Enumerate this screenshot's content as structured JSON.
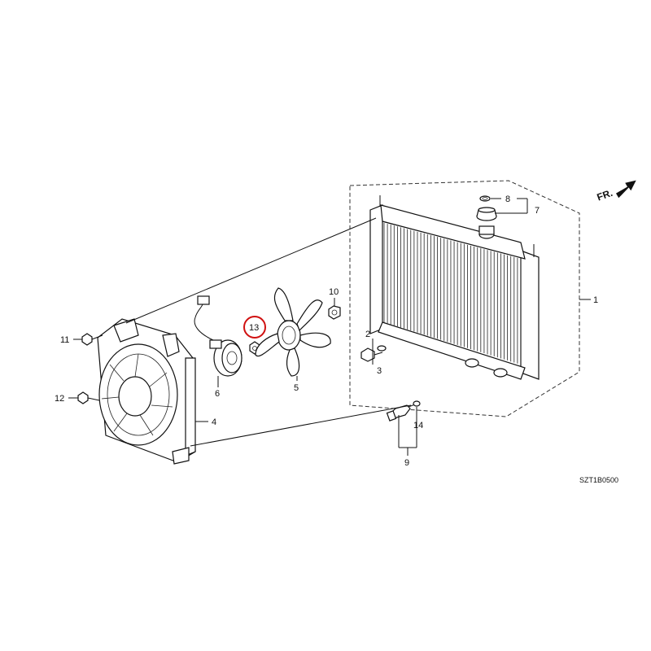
{
  "diagram": {
    "drawing_code": "SZT1B0500",
    "direction_label": "FR.",
    "highlight_color": "#d01010",
    "highlighted_part": "13",
    "callouts": [
      {
        "id": "c1",
        "text": "1"
      },
      {
        "id": "c2",
        "text": "2"
      },
      {
        "id": "c3",
        "text": "3"
      },
      {
        "id": "c4",
        "text": "4"
      },
      {
        "id": "c5",
        "text": "5"
      },
      {
        "id": "c6",
        "text": "6"
      },
      {
        "id": "c7",
        "text": "7"
      },
      {
        "id": "c8",
        "text": "8"
      },
      {
        "id": "c9",
        "text": "9"
      },
      {
        "id": "c10",
        "text": "10"
      },
      {
        "id": "c11",
        "text": "11"
      },
      {
        "id": "c12",
        "text": "12"
      },
      {
        "id": "c13",
        "text": "13"
      },
      {
        "id": "c14",
        "text": "14"
      }
    ],
    "parts": [
      {
        "id": "radiator",
        "icon": "radiator-icon"
      },
      {
        "id": "fan-shroud",
        "icon": "fan-shroud-icon"
      },
      {
        "id": "fan-blade",
        "icon": "fan-blade-icon"
      },
      {
        "id": "fan-motor",
        "icon": "fan-motor-icon"
      },
      {
        "id": "radiator-cap",
        "icon": "radiator-cap-icon"
      },
      {
        "id": "drain-plug",
        "icon": "drain-plug-icon"
      },
      {
        "id": "thermo-switch",
        "icon": "thermo-switch-icon"
      },
      {
        "id": "nut",
        "icon": "nut-icon"
      },
      {
        "id": "bolt",
        "icon": "bolt-icon"
      },
      {
        "id": "cushion",
        "icon": "cushion-icon"
      }
    ]
  }
}
